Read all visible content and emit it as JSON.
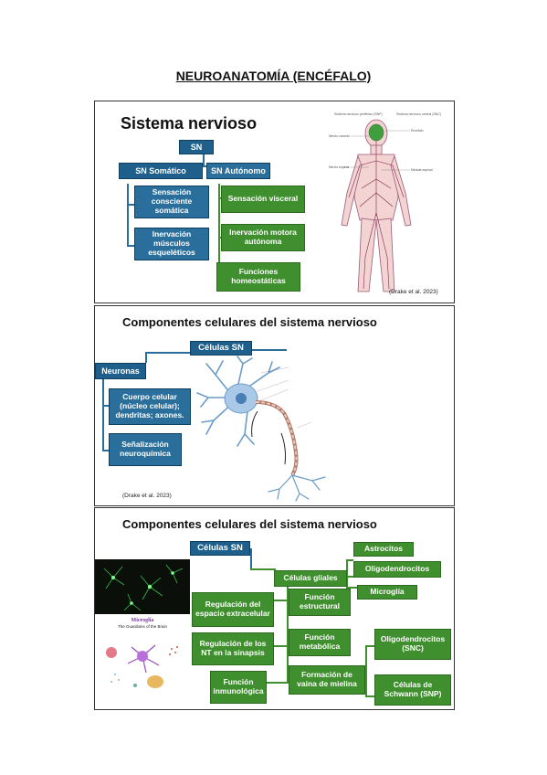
{
  "page": {
    "title": "NEUROANATOMÍA (ENCÉFALO)"
  },
  "slide1": {
    "title": "Sistema nervioso",
    "root": "SN",
    "somatico": "SN Somático",
    "autonomo": "SN Autónomo",
    "sensacion_consciente": "Sensación consciente somática",
    "inervacion_musculos": "Inervación músculos esqueléticos",
    "sensacion_visceral": "Sensación visceral",
    "inervacion_motora": "Inervación motora autónoma",
    "funciones_homeostaticas": "Funciones homeostáticas",
    "credit": "(Drake et al. 2023)",
    "figure_labels": {
      "snp": "Sistema nervioso periférico (SNP)",
      "snc": "Sistema nervioso central (SNC)",
      "encefalo": "Encéfalo",
      "nervio_craneal": "Nervio craneal",
      "medula": "Médula espinal",
      "nervio_espinal": "Nervio espinal"
    }
  },
  "slide2": {
    "title": "Componentes celulares del sistema nervioso",
    "root": "Células SN",
    "neuronas": "Neuronas",
    "cuerpo": "Cuerpo celular (núcleo celular); dendritas; axones.",
    "senalizacion": "Señalización neuroquímica",
    "credit": "(Drake et al. 2023)"
  },
  "slide3": {
    "title": "Componentes celulares del sistema nervioso",
    "root": "Células SN",
    "gliales": "Células gliales",
    "astrocitos": "Astrocitos",
    "oligodendrocitos": "Oligodendrocitos",
    "microglia": "Microglía",
    "regulacion_espacio": "Regulación del espacio extracelular",
    "regulacion_nt": "Regulación de los NT en la sinapsis",
    "funcion_inmunologica": "Función inmunológica",
    "funcion_estructural": "Función estructural",
    "funcion_metabolica": "Función metabólica",
    "formacion_vaina": "Formación de vaina de mielina",
    "oligo_snc": "Oligodendrocitos (SNC)",
    "schwann": "Células de Schwann (SNP)",
    "micro_title": "Microglía",
    "micro_sub": "The Guardians of the Brain"
  },
  "colors": {
    "blue": "#1f5f8b",
    "green": "#3f8f2f"
  }
}
